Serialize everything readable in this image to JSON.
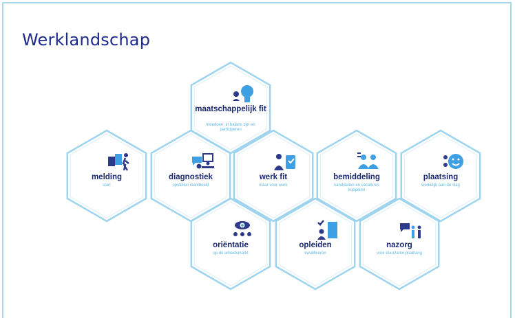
{
  "title": "Werklandschap",
  "colors": {
    "title": "#1e2a8c",
    "hex_border": "#9fd4ee",
    "hex_stroke": "#d9eef8",
    "label": "#1b2a72",
    "sublabel": "#5fb6e4",
    "icon_dark": "#2d3a8c",
    "icon_light": "#3f9fe3"
  },
  "hexagons": [
    {
      "id": "maatschappelijk-fit",
      "name": "maatschappelijk fit",
      "subtitle": "meedoen, in balans zijn en participeren",
      "icon": "person-head-icon"
    },
    {
      "id": "melding",
      "name": "melding",
      "subtitle": "start",
      "icon": "walking-person-icon"
    },
    {
      "id": "diagnostiek",
      "name": "diagnostiek",
      "subtitle": "opstellen klantbeeld",
      "icon": "consult-screen-icon"
    },
    {
      "id": "werk-fit",
      "name": "werk fit",
      "subtitle": "klaar voor werk",
      "icon": "person-clipboard-icon"
    },
    {
      "id": "bemiddeling",
      "name": "bemiddeling",
      "subtitle": "kandidaten en vacatures koppelen",
      "icon": "group-icon"
    },
    {
      "id": "plaatsing",
      "name": "plaatsing",
      "subtitle": "werkelijk aan de slag",
      "icon": "smiley-icon"
    },
    {
      "id": "orientatie",
      "name": "oriëntatie",
      "subtitle": "op de arbeidsmarkt",
      "icon": "eye-people-icon"
    },
    {
      "id": "opleiden",
      "name": "opleiden",
      "subtitle": "kwalificeren",
      "icon": "person-document-icon"
    },
    {
      "id": "nazorg",
      "name": "nazorg",
      "subtitle": "voor duurzame plaatsing",
      "icon": "chat-people-icon"
    }
  ]
}
